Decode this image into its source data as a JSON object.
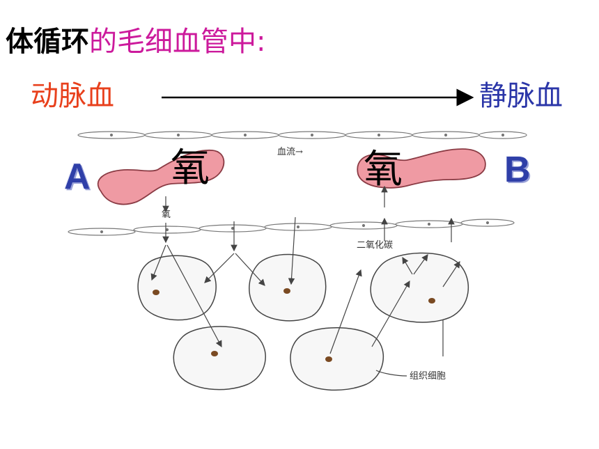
{
  "title": {
    "bold_part": "体循环",
    "rest": "的毛细血管中:"
  },
  "flow": {
    "from": "动脉血",
    "to": "静脉血"
  },
  "colors": {
    "arterial": "#e8401c",
    "venous": "#2b36a8",
    "title_accent": "#cc1a9c",
    "red_cell": "#ef9aa3",
    "letter": "#2f3fa8"
  },
  "labels": {
    "point_a": "A",
    "point_b": "B",
    "oxygen_big_left": "氧",
    "oxygen_big_right": "氧",
    "blood_flow": "血流→",
    "oxygen_small": "氧",
    "carbon_dioxide": "二氧化碳",
    "tissue_cells": "组织细胞"
  }
}
